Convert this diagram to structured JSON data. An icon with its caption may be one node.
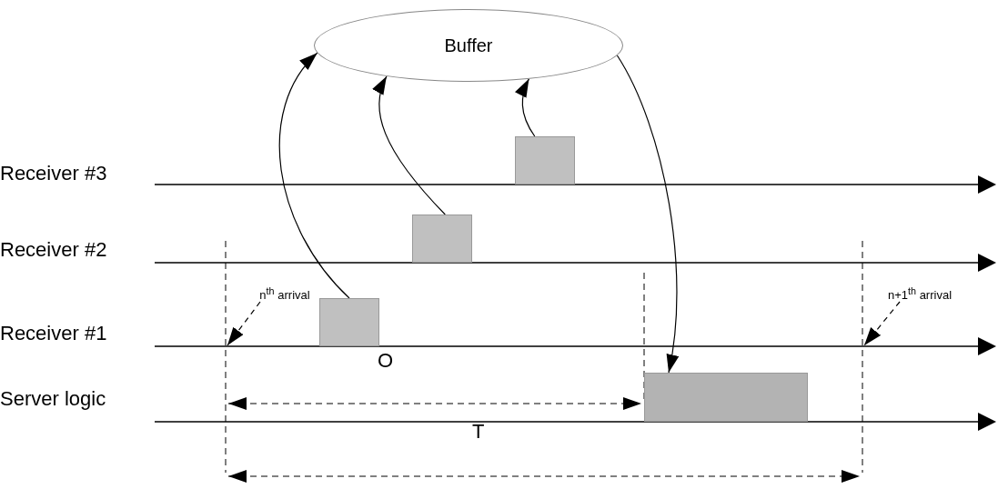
{
  "diagram": {
    "nodes": [
      {
        "text": [
          "Buffer"
        ]
      },
      {
        "text": [],
        "shape": "box"
      },
      {
        "text": [],
        "shape": "box"
      },
      {
        "text": [
          "n$^{th}$ arrival"
        ]
      },
      {
        "text": [],
        "shape": "box"
      },
      {
        "text": [
          "n+1$^{th}$ arrival"
        ]
      },
      {
        "text": [],
        "shape": "box"
      }
    ],
    "edges": [
      {
        "from": 4,
        "to": 0,
        "arrow": "to"
      },
      {
        "from": 2,
        "to": 0,
        "arrow": "to"
      },
      {
        "from": 1,
        "to": 0,
        "arrow": "to"
      },
      {
        "from": 0,
        "to": 6,
        "arrow": "to"
      },
      {
        "from": 3,
        "to": null,
        "arrow": "to",
        "style": "dashed"
      },
      {
        "from": 5,
        "to": null,
        "arrow": "to",
        "style": "dashed"
      }
    ],
    "labels": [
      "Receiver #3",
      "Receiver #2",
      "Receiver #1",
      "Server logic",
      "O",
      "T"
    ]
  }
}
